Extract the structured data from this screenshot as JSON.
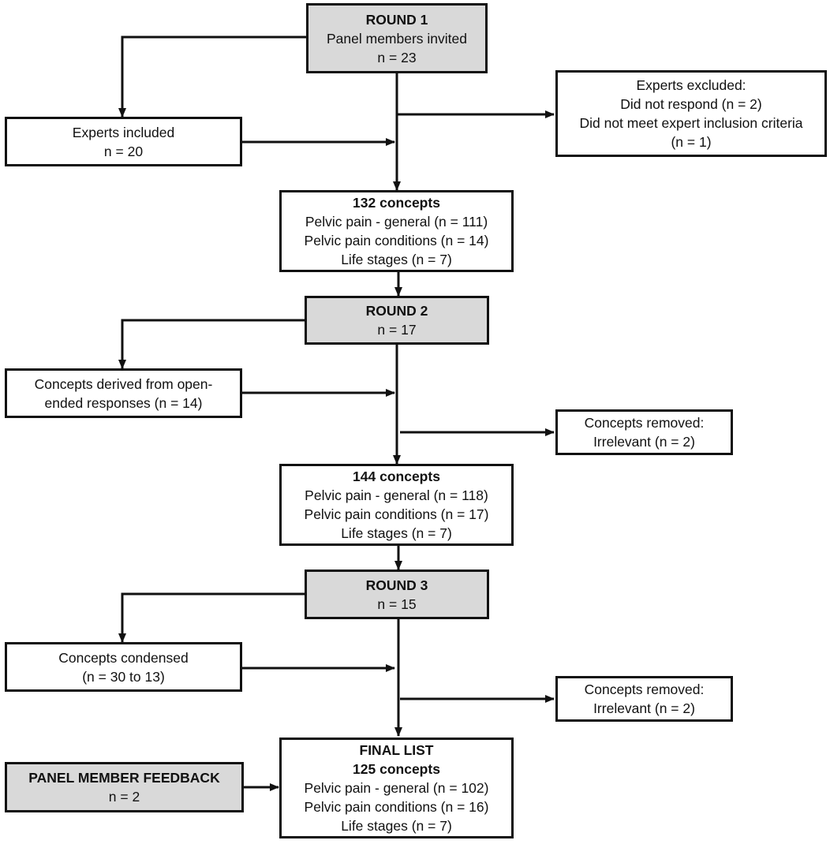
{
  "round1": {
    "title": "ROUND 1",
    "line1": "Panel members invited",
    "line2": "n = 23"
  },
  "included1": {
    "line1": "Experts included",
    "line2": "n = 20"
  },
  "excluded1": {
    "title": "Experts excluded:",
    "line1": "Did not respond (n = 2)",
    "line2": "Did not meet expert inclusion criteria",
    "line3": "(n = 1)"
  },
  "concepts1": {
    "title": "132 concepts",
    "line1": "Pelvic pain - general (n = 111)",
    "line2": "Pelvic pain conditions (n = 14)",
    "line3": "Life stages (n = 7)"
  },
  "round2": {
    "title": "ROUND 2",
    "line1": "n = 17"
  },
  "derived2": {
    "line1": "Concepts derived from open-",
    "line2": "ended responses (n = 14)"
  },
  "removed2": {
    "line1": "Concepts removed:",
    "line2": "Irrelevant (n = 2)"
  },
  "concepts2": {
    "title": "144 concepts",
    "line1": "Pelvic pain - general (n = 118)",
    "line2": "Pelvic pain conditions (n = 17)",
    "line3": "Life stages (n = 7)"
  },
  "round3": {
    "title": "ROUND 3",
    "line1": "n = 15"
  },
  "condensed3": {
    "line1": "Concepts condensed",
    "line2": "(n = 30 to 13)"
  },
  "removed3": {
    "line1": "Concepts removed:",
    "line2": "Irrelevant (n = 2)"
  },
  "final": {
    "title": "FINAL LIST",
    "subtitle": "125 concepts",
    "line1": "Pelvic pain - general (n = 102)",
    "line2": "Pelvic pain conditions (n = 16)",
    "line3": "Life stages (n = 7)"
  },
  "feedback": {
    "title": "PANEL MEMBER FEEDBACK",
    "line1": "n = 2"
  }
}
